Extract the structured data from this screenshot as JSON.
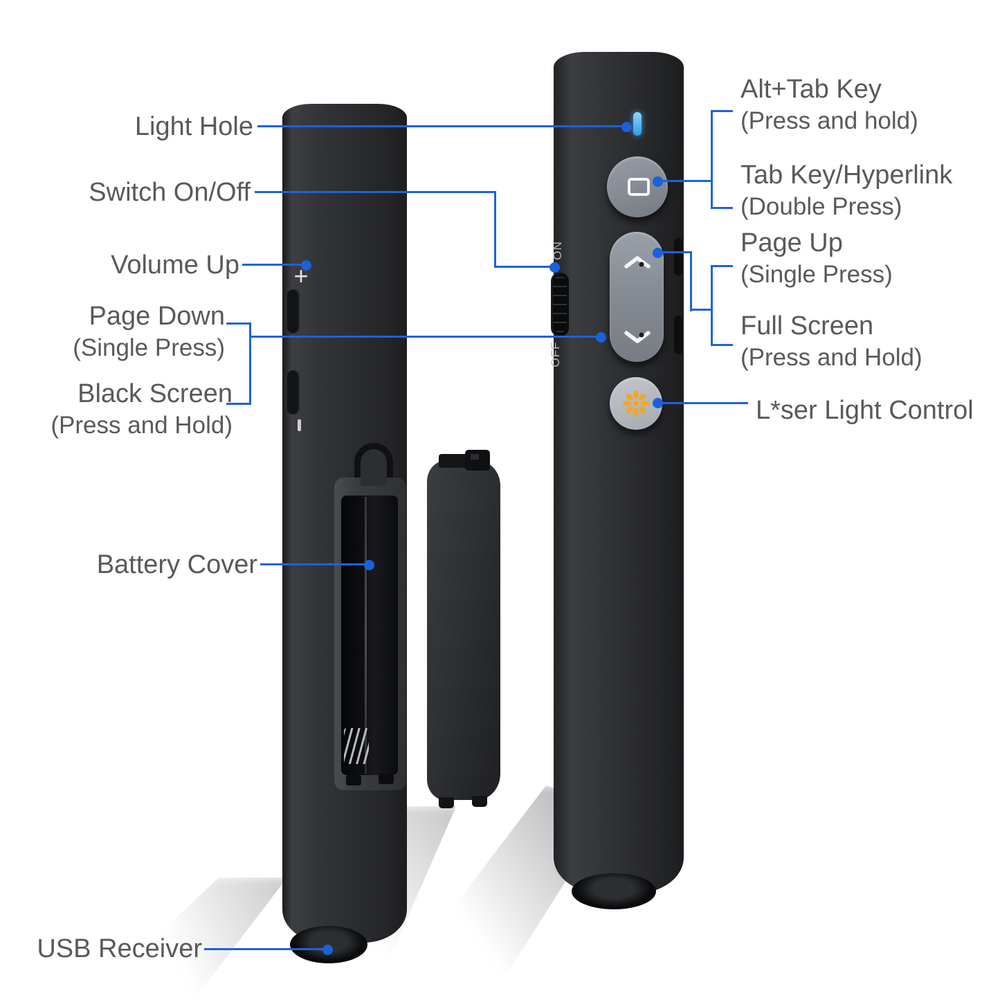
{
  "title": "wireless-presenter-parts-diagram",
  "annotations": {
    "left": [
      {
        "id": "light_hole",
        "text": "Light Hole"
      },
      {
        "id": "switch_on_off",
        "text": "Switch On/Off"
      },
      {
        "id": "volume_up",
        "text": "Volume Up"
      },
      {
        "id": "page_down",
        "text": "Page Down",
        "sub": "(Single Press)"
      },
      {
        "id": "black_screen",
        "text": "Black Screen",
        "sub": "(Press and Hold)"
      },
      {
        "id": "battery_cover",
        "text": "Battery Cover"
      },
      {
        "id": "usb_receiver",
        "text": "USB Receiver"
      }
    ],
    "right": [
      {
        "id": "alt_tab",
        "text": "Alt+Tab Key",
        "sub": "(Press and hold)"
      },
      {
        "id": "tab_key",
        "text": "Tab Key/Hyperlink",
        "sub": "(Double Press)"
      },
      {
        "id": "page_up",
        "text": "Page Up",
        "sub": "(Single Press)"
      },
      {
        "id": "full_screen",
        "text": "Full Screen",
        "sub": "(Press and Hold)"
      },
      {
        "id": "laser",
        "text": "L*ser Light Control"
      }
    ]
  },
  "device_markings": {
    "volume_plus": "+",
    "volume_minus": "-",
    "switch_on": "ON",
    "switch_off": "OFF"
  },
  "icons": {
    "led": "status-light-bar",
    "tab_button": "square-outline-icon",
    "page_up_button": "chevron-up-icon",
    "page_down_button": "chevron-down-icon",
    "laser_button": "sunburst-icon",
    "usb_receiver": "usb-dongle-recess"
  },
  "colors": {
    "connector_blue": "#1c63da",
    "led_blue": "#46a9ef",
    "laser_orange": "#f3a71e",
    "label_text": "#58595b",
    "button_gray": "#878c94",
    "device_body": "#26282b",
    "background": "#ffffff"
  }
}
